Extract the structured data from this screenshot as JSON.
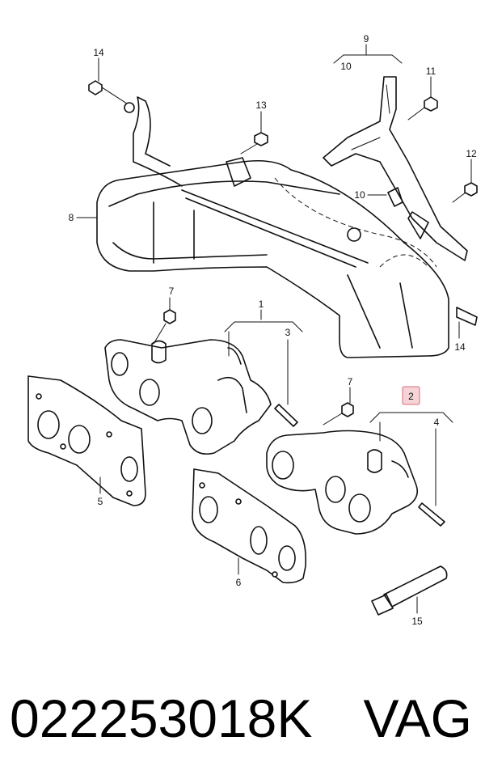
{
  "diagram": {
    "callouts": [
      "1",
      "2",
      "3",
      "4",
      "5",
      "6",
      "7",
      "7",
      "8",
      "9",
      "10",
      "10",
      "11",
      "12",
      "13",
      "14",
      "14",
      "15"
    ],
    "highlighted_callout": "2",
    "highlight_color": "#f6d3d6"
  },
  "footer": {
    "part_number": "022253018K",
    "brand": "VAG"
  }
}
